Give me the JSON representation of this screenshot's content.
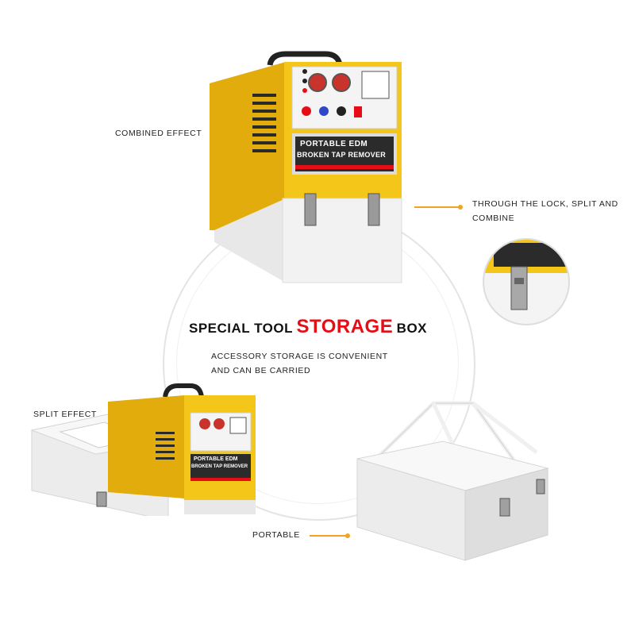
{
  "labels": {
    "combined_effect": "COMBINED EFFECT",
    "lock_line1": "THROUGH THE LOCK, SPLIT AND",
    "lock_line2": "COMBINE",
    "split_effect": "SPLIT EFFECT",
    "portable": "PORTABLE"
  },
  "heading": {
    "part1": "SPECIAL TOOL",
    "part2": "STORAGE",
    "part3": "BOX"
  },
  "subtext": {
    "line1": "ACCESSORY STORAGE IS CONVENIENT",
    "line2": "AND CAN BE CARRIED"
  },
  "machine": {
    "panel_line1": "PORTABLE EDM",
    "panel_line2": "BROKEN TAP REMOVER"
  },
  "colors": {
    "machine_yellow": "#f5c61a",
    "storage_red": "#e60d16",
    "accent_orange": "#f0a422",
    "box_white": "#ececec"
  }
}
